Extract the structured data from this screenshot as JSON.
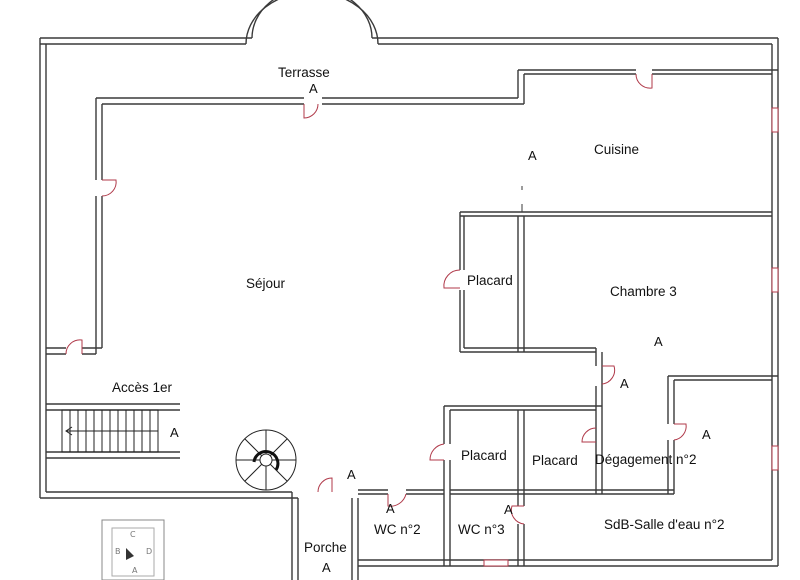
{
  "rooms": {
    "terrasse": "Terrasse",
    "cuisine": "Cuisine",
    "sejour": "Séjour",
    "placard_1": "Placard",
    "chambre_3": "Chambre 3",
    "acces_1er": "Accès 1er",
    "placard_2": "Placard",
    "placard_3": "Placard",
    "degagement": "Dégagement n°2",
    "wc_2": "WC n°2",
    "wc_3": "WC n°3",
    "sdb": "SdB-Salle d'eau n°2",
    "porche": "Porche"
  },
  "markers": {
    "terrasse_a": "A",
    "cuisine_a": "A",
    "chambre_a": "A",
    "degagement_a1": "A",
    "degagement_a2": "A",
    "stairs_a": "A",
    "sejour_a": "A",
    "wc2_a": "A",
    "wc3_a": "A",
    "porche_a": "A"
  },
  "legend": {
    "c": "C",
    "b": "B",
    "d": "D",
    "a": "A"
  },
  "colors": {
    "wall": "#3a3a3a",
    "door": "#b03a4a"
  }
}
